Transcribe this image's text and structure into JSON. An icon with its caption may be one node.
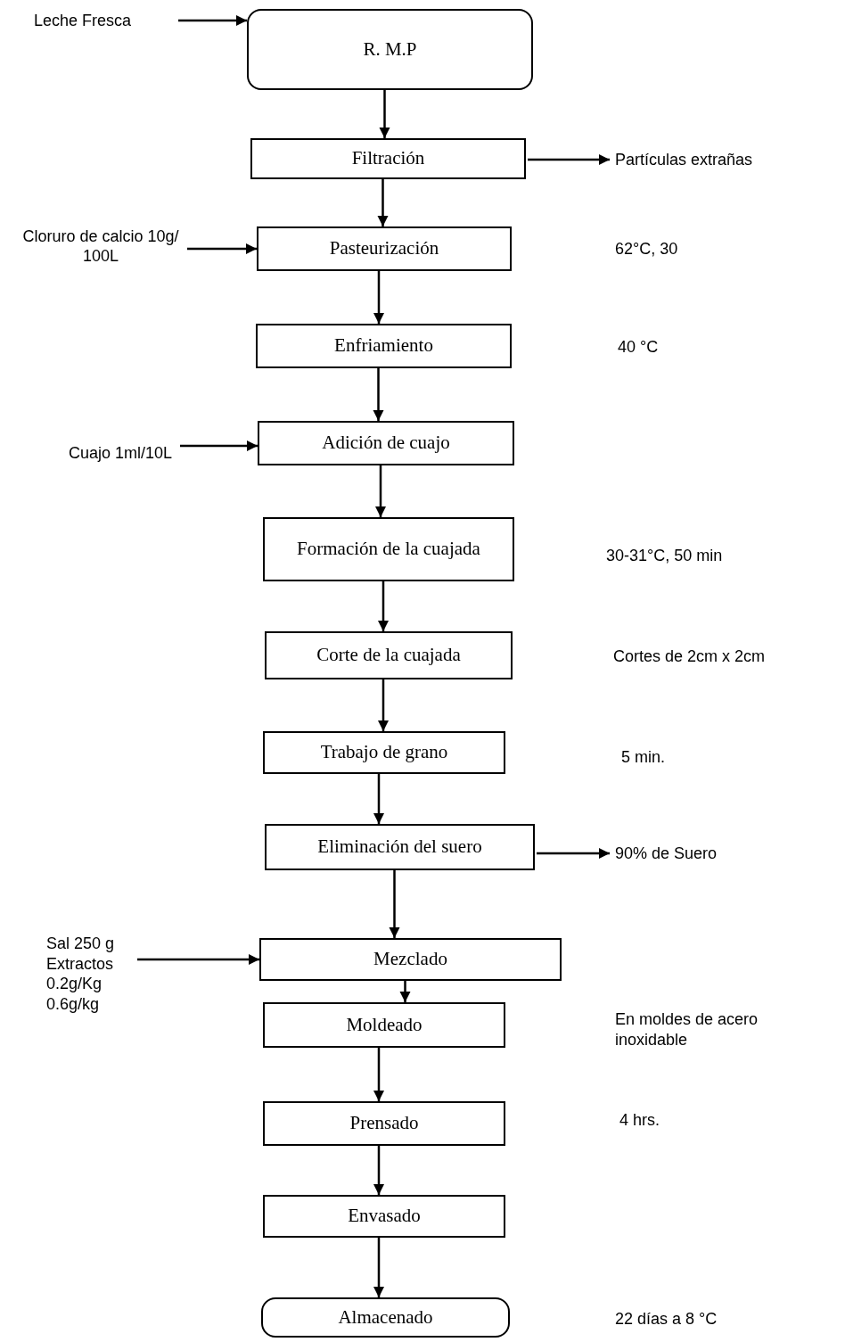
{
  "diagram": {
    "nodes": [
      {
        "text": [
          "Leche Fresca"
        ]
      },
      {
        "text": [
          "R. M.P"
        ]
      },
      {
        "text": [
          "Filtración"
        ]
      },
      {
        "text": [
          "Partículas extrañas"
        ]
      },
      {
        "text": [
          "Cloruro de calcio 10g/ 100L"
        ]
      },
      {
        "text": [
          "Pasteurización"
        ]
      },
      {
        "text": [
          "Enfriamiento"
        ]
      },
      {
        "text": [
          "Cuajo 1ml/10L"
        ]
      },
      {
        "text": [
          "Adición de cuajo"
        ]
      },
      {
        "text": [
          "Formación de la cuajada"
        ]
      },
      {
        "text": [
          "Corte de la cuajada"
        ]
      },
      {
        "text": [
          "Trabajo de grano"
        ]
      },
      {
        "text": [
          "Eliminación del suero"
        ]
      },
      {
        "text": [
          "90% de Suero"
        ]
      },
      {
        "text": [
          "Sal 250 g Extractos 0.2g/Kg 0.6g/kg"
        ]
      },
      {
        "text": [
          "Mezclado"
        ]
      },
      {
        "text": [
          "Moldeado"
        ]
      },
      {
        "text": [
          "Prensado"
        ]
      },
      {
        "text": [
          "Envasado"
        ]
      },
      {
        "text": [
          "Almacenado"
        ]
      }
    ],
    "edges": [
      {
        "from": 0,
        "to": 1,
        "arrow": "to"
      },
      {
        "from": 1,
        "to": 2,
        "arrow": "to"
      },
      {
        "from": 2,
        "to": 3,
        "arrow": "to"
      },
      {
        "from": 2,
        "to": 5,
        "arrow": "to"
      },
      {
        "from": 4,
        "to": 5,
        "arrow": "to"
      },
      {
        "from": 5,
        "to": 6,
        "arrow": "to"
      },
      {
        "from": 6,
        "to": 8,
        "arrow": "to"
      },
      {
        "from": 7,
        "to": 8,
        "arrow": "to"
      },
      {
        "from": 8,
        "to": 9,
        "arrow": "to"
      },
      {
        "from": 9,
        "to": 10,
        "arrow": "to"
      },
      {
        "from": 10,
        "to": 11,
        "arrow": "to"
      },
      {
        "from": 11,
        "to": 12,
        "arrow": "to"
      },
      {
        "from": 12,
        "to": 13,
        "arrow": "to"
      },
      {
        "from": 12,
        "to": 15,
        "arrow": "to"
      },
      {
        "from": 14,
        "to": 15,
        "arrow": "to"
      },
      {
        "from": 15,
        "to": 16,
        "arrow": "to"
      },
      {
        "from": 16,
        "to": 17,
        "arrow": "to"
      },
      {
        "from": 17,
        "to": 18,
        "arrow": "to"
      },
      {
        "from": 18,
        "to": 19,
        "arrow": "to"
      }
    ],
    "labels": [
      "62°C, 30",
      "40 °C",
      "30-31°C, 50 min",
      "Cortes de 2cm x 2cm",
      "5 min.",
      "En moldes de acero inoxidable",
      "4 hrs.",
      "22 días a 8 °C"
    ]
  }
}
